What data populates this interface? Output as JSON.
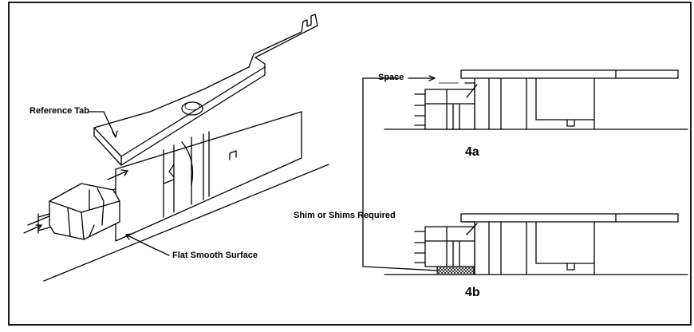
{
  "labels": {
    "reference_tab": "Reference Tab",
    "flat_surface": "Flat Smooth Surface",
    "space": "Space",
    "shim": "Shim or Shims Required",
    "fig_a": "4a",
    "fig_b": "4b"
  },
  "colors": {
    "ink": "#000000",
    "paper": "#ffffff"
  }
}
